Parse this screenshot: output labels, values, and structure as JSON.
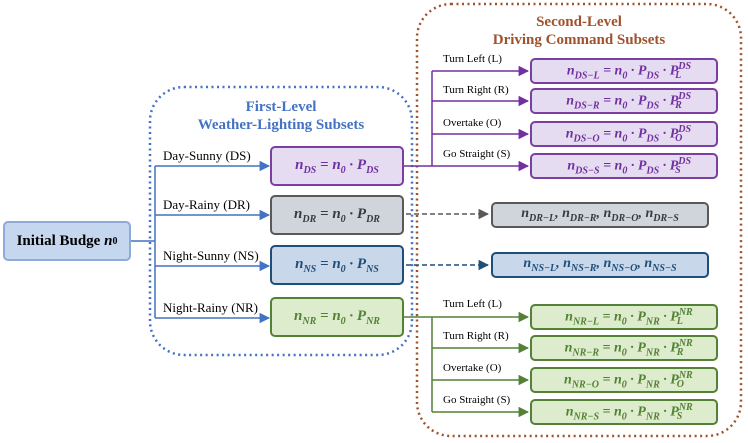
{
  "groups": {
    "first": {
      "title_line1": "First-Level",
      "title_line2": "Weather-Lighting Subsets"
    },
    "second": {
      "title_line1": "Second-Level",
      "title_line2": "Driving Command Subsets"
    }
  },
  "initial": {
    "label": "Initial Budge",
    "var": "n",
    "sub": "0"
  },
  "branches": [
    {
      "id": "ds",
      "label": "Day-Sunny (DS)",
      "n": "DS",
      "p": "DS"
    },
    {
      "id": "dr",
      "label": "Day-Rainy (DR)",
      "n": "DR",
      "p": "DR"
    },
    {
      "id": "ns",
      "label": "Night-Sunny (NS)",
      "n": "NS",
      "p": "NS"
    },
    {
      "id": "nr",
      "label": "Night-Rainy (NR)",
      "n": "NR",
      "p": "NR"
    }
  ],
  "commands": [
    {
      "label": "Turn Left (L)",
      "sub": "L"
    },
    {
      "label": "Turn Right (R)",
      "sub": "R"
    },
    {
      "label": "Overtake (O)",
      "sub": "O"
    },
    {
      "label": "Go Straight (S)",
      "sub": "S"
    }
  ],
  "ds_cmd_subs": [
    "DS−L",
    "DS−R",
    "DS−O",
    "DS−S"
  ],
  "nr_cmd_subs": [
    "NR−L",
    "NR−R",
    "NR−O",
    "NR−S"
  ],
  "dr_list": [
    "DR−L",
    "DR−R",
    "DR−O",
    "DR−S"
  ],
  "ns_list": [
    "NS−L",
    "NS−R",
    "NS−O",
    "NS−S"
  ],
  "colors": {
    "first_group": "#4472c4",
    "second_group": "#a0522d",
    "ds": "#7030a0",
    "dr": "#595959",
    "ns": "#1f4e79",
    "nr": "#538135",
    "initial_fill": "#c5d6ef"
  }
}
